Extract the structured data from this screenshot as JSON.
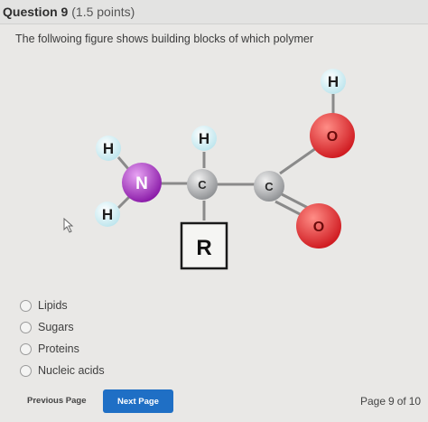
{
  "question": {
    "title": "Question 9",
    "points": "(1.5 points)",
    "prompt": "The follwoing figure shows building blocks of which polymer"
  },
  "figure": {
    "atoms": {
      "h_top_right": "H",
      "o_top": "O",
      "h_center": "H",
      "h_left_top": "H",
      "n": "N",
      "c_alpha": "C",
      "c_carboxyl": "C",
      "h_left_bottom": "H",
      "o_bottom": "O",
      "r_group": "R"
    },
    "colors": {
      "hydrogen": "#c9ebf2",
      "nitrogen": "#a42ec2",
      "carbon": "#a7a9ab",
      "oxygen": "#e0262a",
      "bond": "#8a8a8a"
    }
  },
  "options": [
    {
      "label": "Lipids"
    },
    {
      "label": "Sugars"
    },
    {
      "label": "Proteins"
    },
    {
      "label": "Nucleic acids"
    }
  ],
  "nav": {
    "previous": "Previous Page",
    "next": "Next Page",
    "page_word": "Page",
    "page_current": "9",
    "page_of": "of",
    "page_total": "10"
  }
}
